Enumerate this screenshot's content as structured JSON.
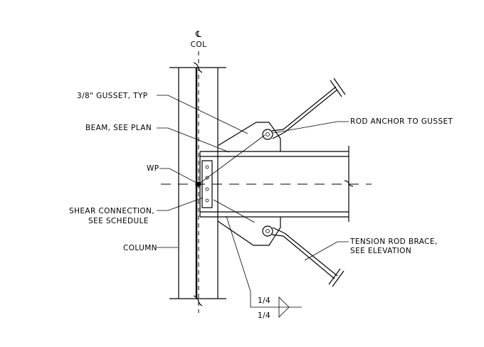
{
  "centerline": {
    "symbol": "℄",
    "label": "COL"
  },
  "labels": {
    "gusset": "3/8\" GUSSET, TYP",
    "beam": "BEAM, SEE PLAN",
    "wp": "WP",
    "shear_line1": "SHEAR CONNECTION,",
    "shear_line2": "SEE SCHEDULE",
    "column": "COLUMN",
    "rod_anchor": "ROD ANCHOR TO GUSSET",
    "tension_line1": "TENSION ROD BRACE,",
    "tension_line2": "SEE ELEVATION"
  },
  "weld": {
    "size_top": "1/4",
    "size_bottom": "1/4"
  }
}
